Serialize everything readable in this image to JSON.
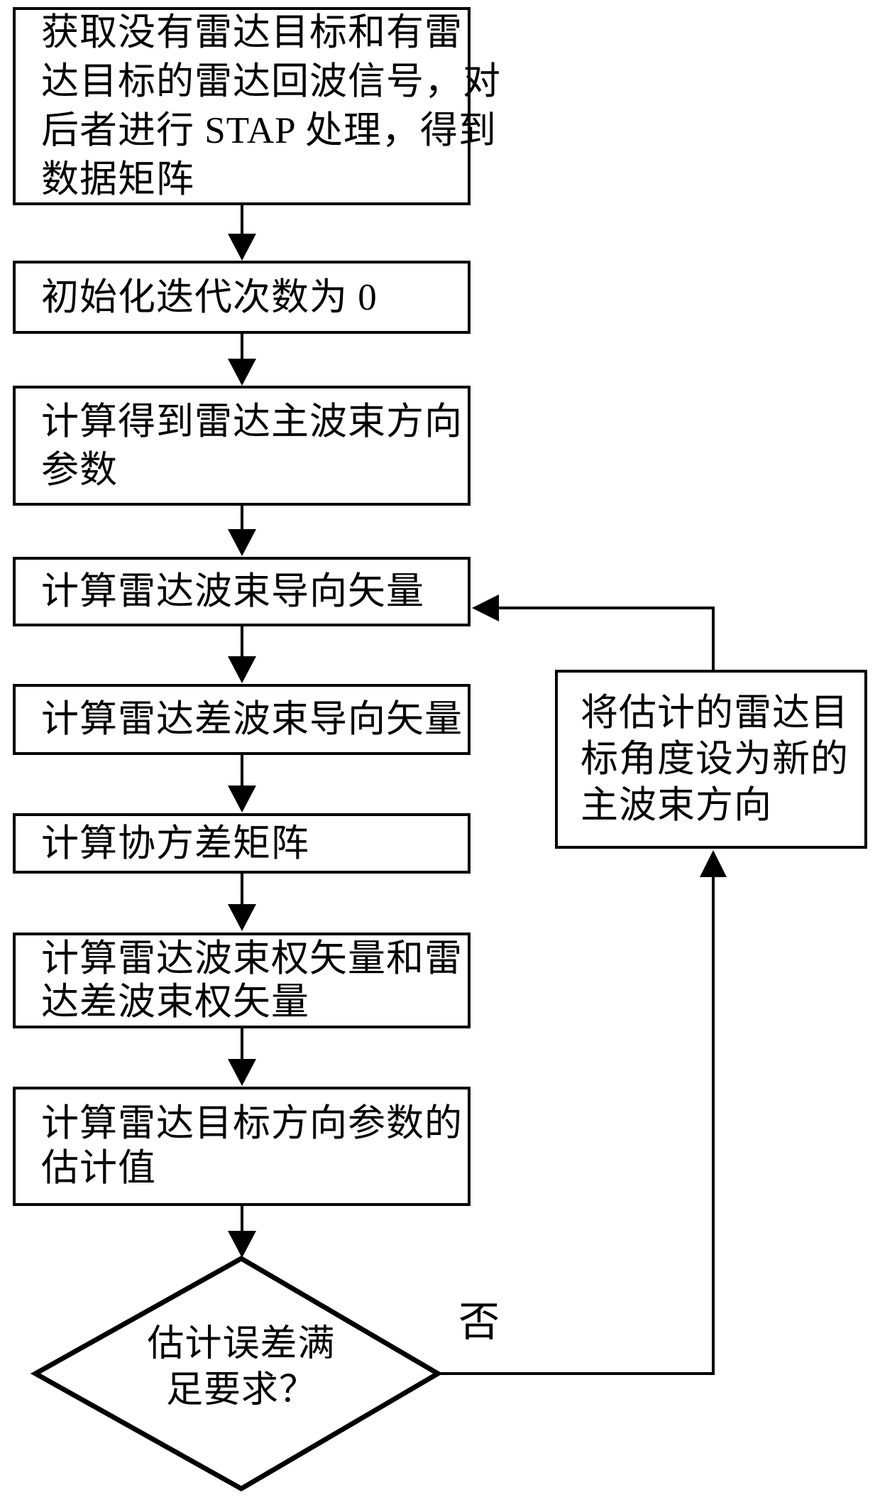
{
  "flowchart": {
    "steps": [
      {
        "name": "acquire-signal",
        "text": "获取没有雷达目标和有雷达目标的雷达回波信号，对后者进行 STAP 处理，得到数据矩阵",
        "lines": [
          "获取没有雷达目标和有雷",
          "达目标的雷达回波信号，对",
          "后者进行 STAP 处理，得到",
          "数据矩阵"
        ]
      },
      {
        "name": "init-iteration",
        "text": "初始化迭代次数为 0",
        "lines": [
          "初始化迭代次数为 0"
        ]
      },
      {
        "name": "main-beam-direction",
        "text": "计算得到雷达主波束方向参数",
        "lines": [
          "计算得到雷达主波束方向",
          "参数"
        ]
      },
      {
        "name": "beam-steering-vector",
        "text": "计算雷达波束导向矢量",
        "lines": [
          "计算雷达波束导向矢量"
        ]
      },
      {
        "name": "diff-beam-steering-vector",
        "text": "计算雷达差波束导向矢量",
        "lines": [
          "计算雷达差波束导向矢量"
        ]
      },
      {
        "name": "covariance-matrix",
        "text": "计算协方差矩阵",
        "lines": [
          "计算协方差矩阵"
        ]
      },
      {
        "name": "beam-weight-vectors",
        "text": "计算雷达波束权矢量和雷达差波束权矢量",
        "lines": [
          "计算雷达波束权矢量和雷",
          "达差波束权矢量"
        ]
      },
      {
        "name": "target-direction-estimate",
        "text": "计算雷达目标方向参数的估计值",
        "lines": [
          "计算雷达目标方向参数的",
          "估计值"
        ]
      }
    ],
    "decision": {
      "text": "估计误差满足要求？",
      "lines": [
        "估计误差满",
        "足要求？"
      ]
    },
    "feedback": {
      "text": "将估计的雷达目标角度设为新的主波束方向",
      "lines": [
        "将估计的雷达目",
        "标角度设为新的",
        "主波束方向"
      ]
    },
    "no_label": "否",
    "colors": {
      "line": "#000000",
      "text": "#000000",
      "box_background": "#ffffff"
    }
  }
}
